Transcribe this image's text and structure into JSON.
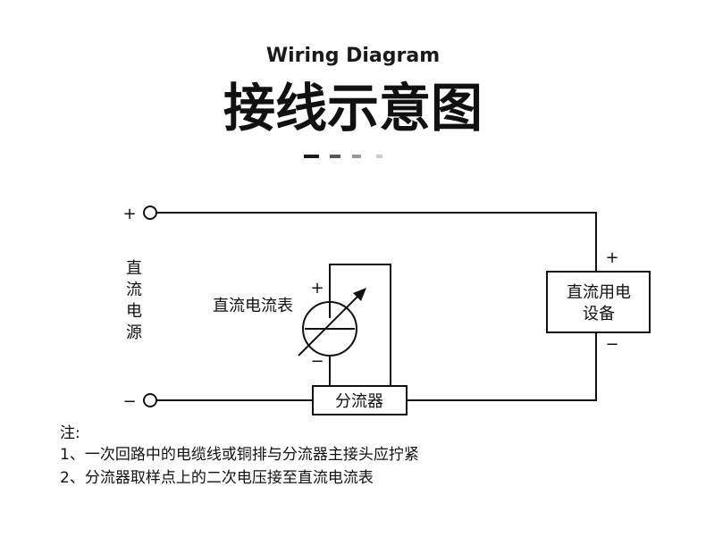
{
  "header": {
    "title_en": "Wiring Diagram",
    "title_cn": "接线示意图",
    "divider_colors": [
      "#1a1a1a",
      "#555555",
      "#999999",
      "#cccccc"
    ]
  },
  "source": {
    "label_chars": [
      "直",
      "流",
      "电",
      "源"
    ],
    "plus": "+",
    "minus": "−"
  },
  "ammeter": {
    "label": "直流电流表",
    "plus": "+",
    "minus": "−"
  },
  "shunt": {
    "label": "分流器"
  },
  "device": {
    "line1": "直流用电",
    "line2": "设备",
    "plus": "+",
    "minus": "−"
  },
  "notes": {
    "heading": "注:",
    "items": [
      "1、一次回路中的电缆线或铜排与分流器主接头应拧紧",
      "2、分流器取样点上的二次电压接至直流电流表"
    ]
  }
}
